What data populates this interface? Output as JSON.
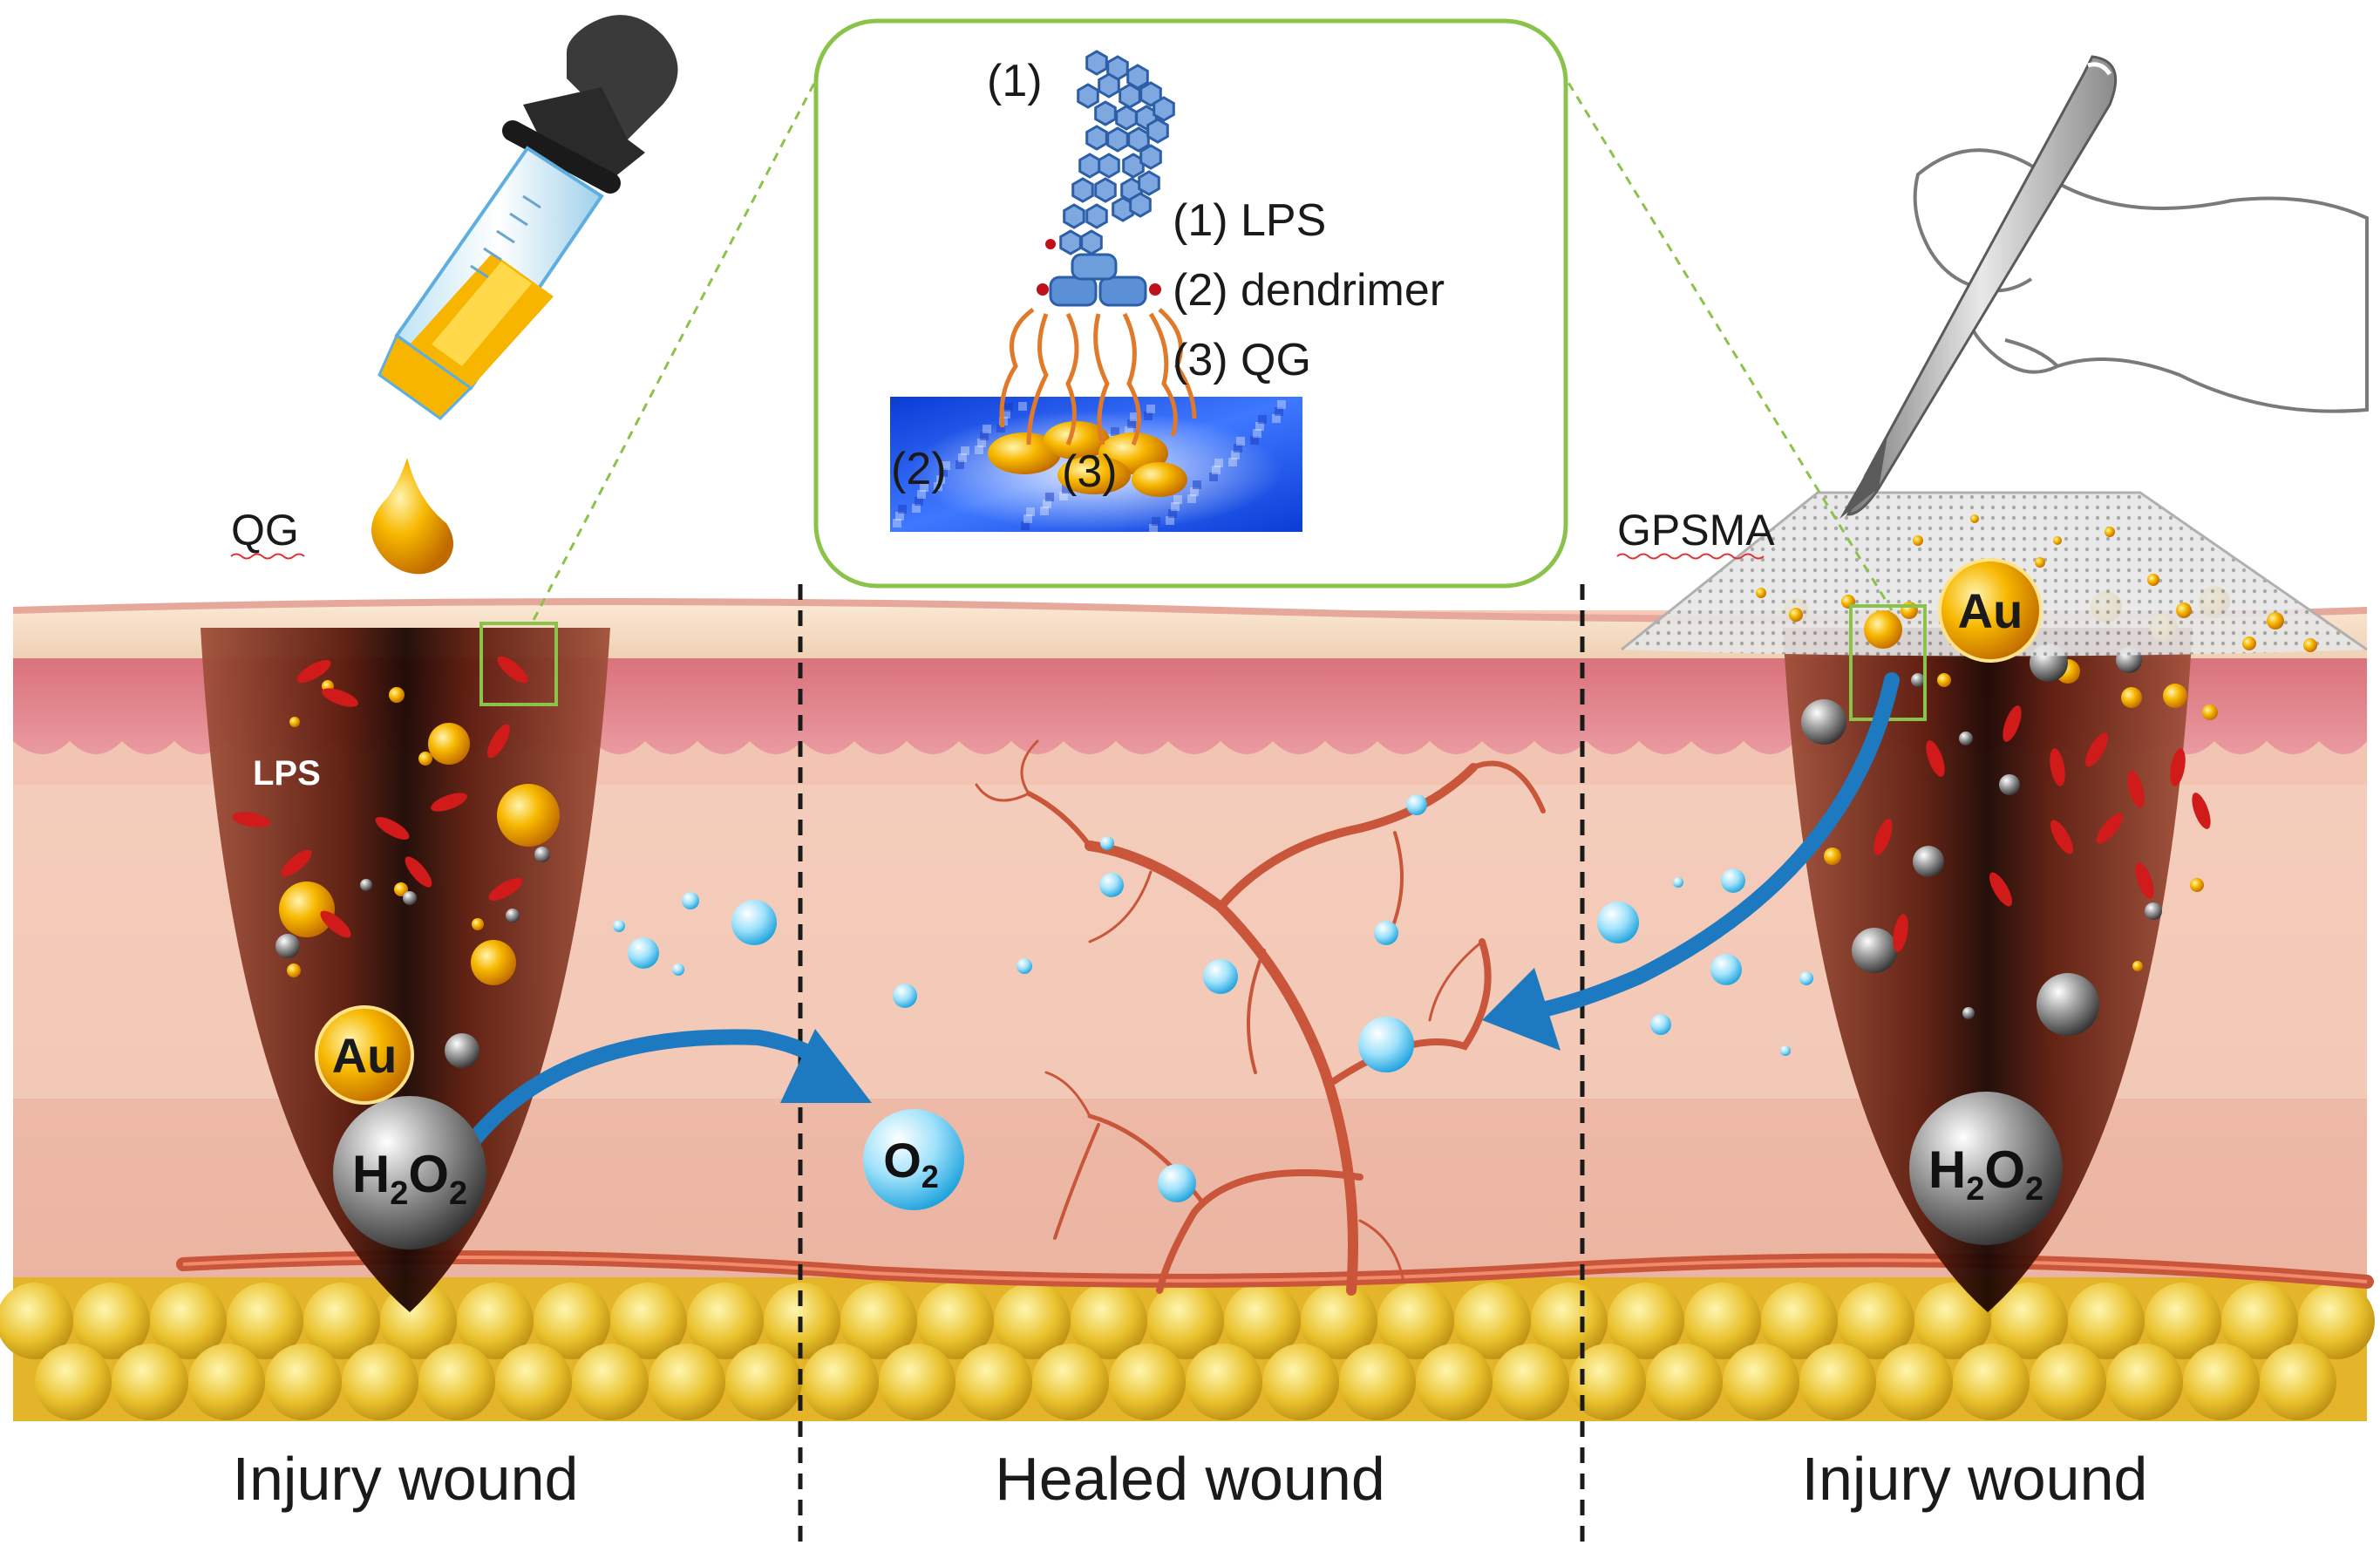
{
  "labels": {
    "qg_dropper": "QG",
    "gpsma_patch": "GPSMA",
    "lps_wound": "LPS",
    "bottom_left": "Injury wound",
    "bottom_center": "Healed wound",
    "bottom_right": "Injury wound"
  },
  "inset": {
    "top_marker": "(1)",
    "legend_1": "(1) LPS",
    "legend_2": "(2) dendrimer",
    "legend_3": "(3) QG",
    "substrate_2": "(2)",
    "substrate_3": "(3)"
  },
  "badges": {
    "au_left": "Au",
    "au_right": "Au",
    "h2o2_left_H": "H",
    "h2o2_left_sub1": "2",
    "h2o2_left_O": "O",
    "h2o2_left_sub2": "2",
    "h2o2_right_H": "H",
    "h2o2_right_sub1": "2",
    "h2o2_right_O": "O",
    "h2o2_right_sub2": "2",
    "o2_O": "O",
    "o2_sub": "2"
  },
  "colors": {
    "skin_top": "#f0dcc8",
    "dermis": "#f2c6b4",
    "fat": "#e8c030",
    "vessel": "#c9553a",
    "arrow": "#1e7ac0",
    "inset_border": "#8bc34a",
    "gold_ball": "#f5a800",
    "grey_ball": "#8a8a8a",
    "bubble": "#7fd3f5",
    "wound": "#5a1a0c"
  }
}
